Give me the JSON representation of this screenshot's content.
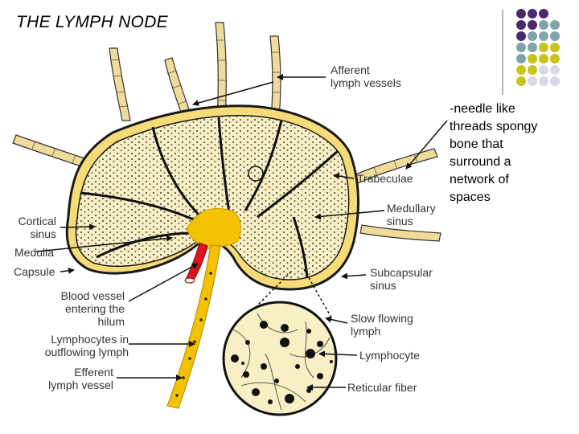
{
  "title": "THE LYMPH NODE",
  "note_lines": [
    "-needle like",
    "threads spongy",
    "bone that",
    "surround a",
    "network of",
    "spaces"
  ],
  "labels": {
    "afferent": [
      "Afferent",
      "lymph vessels"
    ],
    "trabeculae": [
      "Trabeculae"
    ],
    "medullary_sinus": [
      "Medullary",
      "sinus"
    ],
    "cortical_sinus": [
      "Cortical",
      "sinus"
    ],
    "medulla": [
      "Medulla"
    ],
    "capsule": [
      "Capsule"
    ],
    "subcapsular_sinus": [
      "Subcapsular",
      "sinus"
    ],
    "blood_vessel": [
      "Blood vessel",
      "entering the",
      "hilum"
    ],
    "lymphocytes_outflowing": [
      "Lymphocytes in",
      "outflowing lymph"
    ],
    "efferent": [
      "Efferent",
      "lymph vessel"
    ],
    "slow_flowing": [
      "Slow flowing",
      "lymph"
    ],
    "lymphocyte": [
      "Lymphocyte"
    ],
    "reticular_fiber": [
      "Reticular fiber"
    ]
  },
  "colors": {
    "node_fill": "#f7e9a8",
    "node_outline": "#1a1a1a",
    "capsule_yellow": "#f5dc78",
    "vessel_fill": "#f0dc9a",
    "hilum_yellow": "#f2c200",
    "blood_red": "#e0141e",
    "palette_purple": "#4b2a6b",
    "palette_teal": "#7fa4aa",
    "palette_olive": "#c8c41a",
    "palette_light": "#d9d8e6"
  },
  "palette_grid": [
    [
      "purple",
      "purple",
      "purple",
      null
    ],
    [
      "purple",
      "purple",
      "teal",
      "teal"
    ],
    [
      "purple",
      "teal",
      "teal",
      "teal"
    ],
    [
      "teal",
      "teal",
      "olive",
      "olive"
    ],
    [
      "teal",
      "olive",
      "olive",
      "olive"
    ],
    [
      "olive",
      "olive",
      "light",
      "light"
    ],
    [
      "olive",
      "light",
      "light",
      "light"
    ]
  ]
}
